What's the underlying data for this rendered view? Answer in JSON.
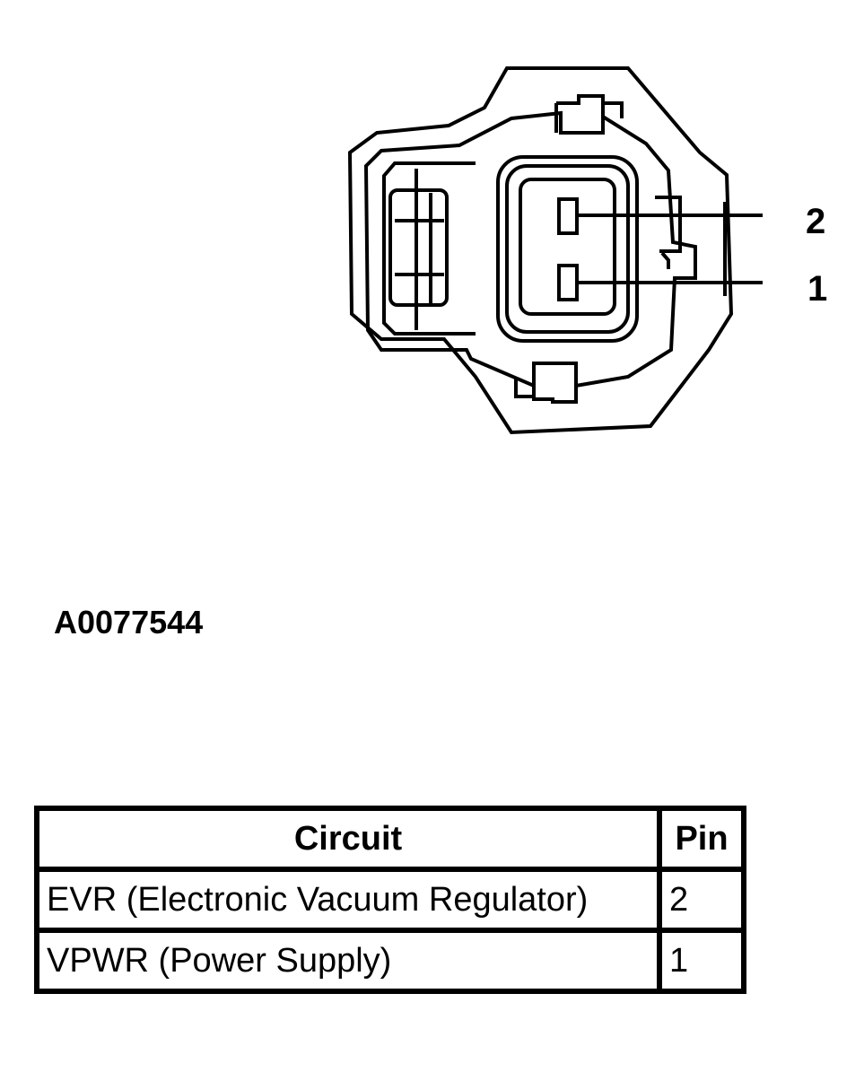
{
  "diagram": {
    "type": "connector-face-view",
    "pin_callouts": [
      {
        "pin": "2",
        "label": "2"
      },
      {
        "pin": "1",
        "label": "1"
      }
    ]
  },
  "figure_id": "A0077544",
  "table": {
    "headers": [
      "Circuit",
      "Pin"
    ],
    "rows": [
      {
        "circuit": "EVR (Electronic Vacuum Regulator)",
        "pin": "2"
      },
      {
        "circuit": "VPWR (Power Supply)",
        "pin": "1"
      }
    ]
  }
}
